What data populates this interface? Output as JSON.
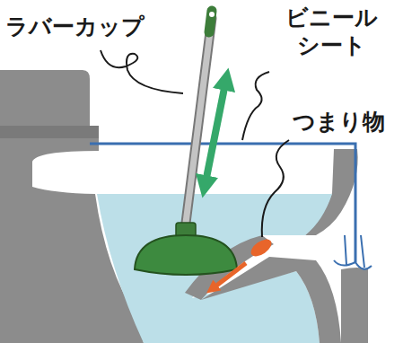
{
  "diagram": {
    "labels": [
      "ラバーカップ",
      "ビニール シート",
      "つまり物"
    ]
  }
}
